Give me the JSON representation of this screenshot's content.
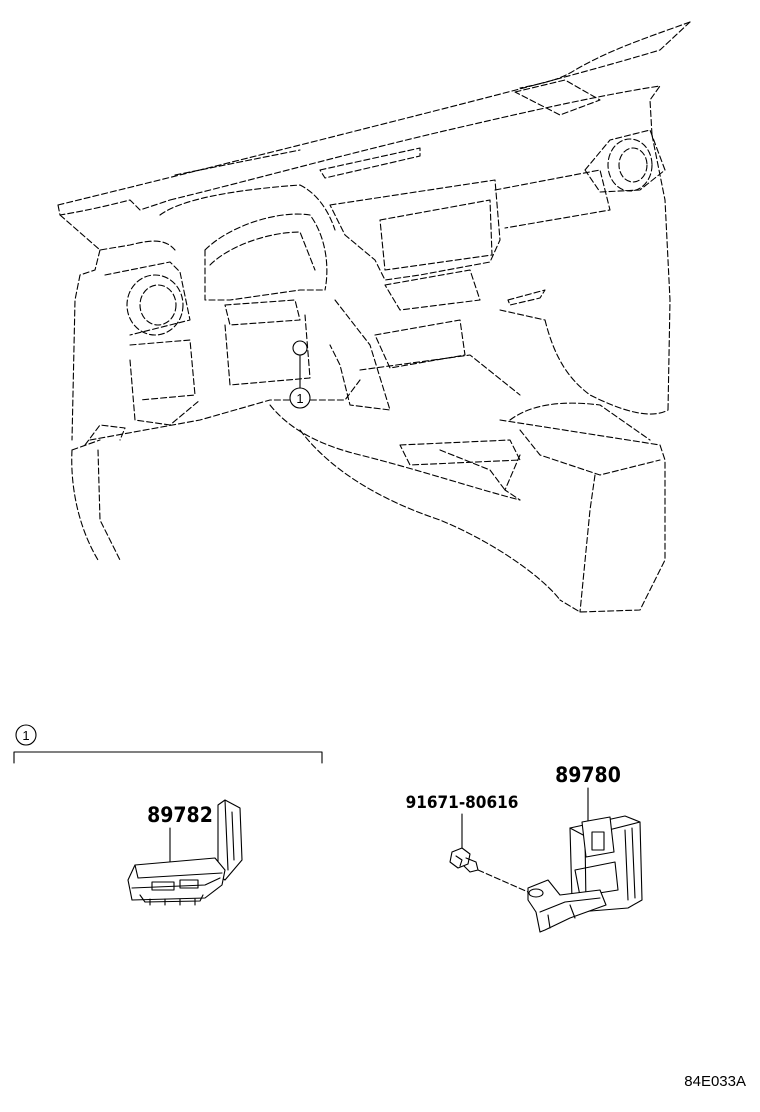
{
  "callouts": {
    "marker_label": "1",
    "section_label": "1"
  },
  "parts": {
    "left_part_number": "89782",
    "right_part_number": "89780",
    "bolt_part_number": "91671-80616"
  },
  "figure_code": "84E033A"
}
